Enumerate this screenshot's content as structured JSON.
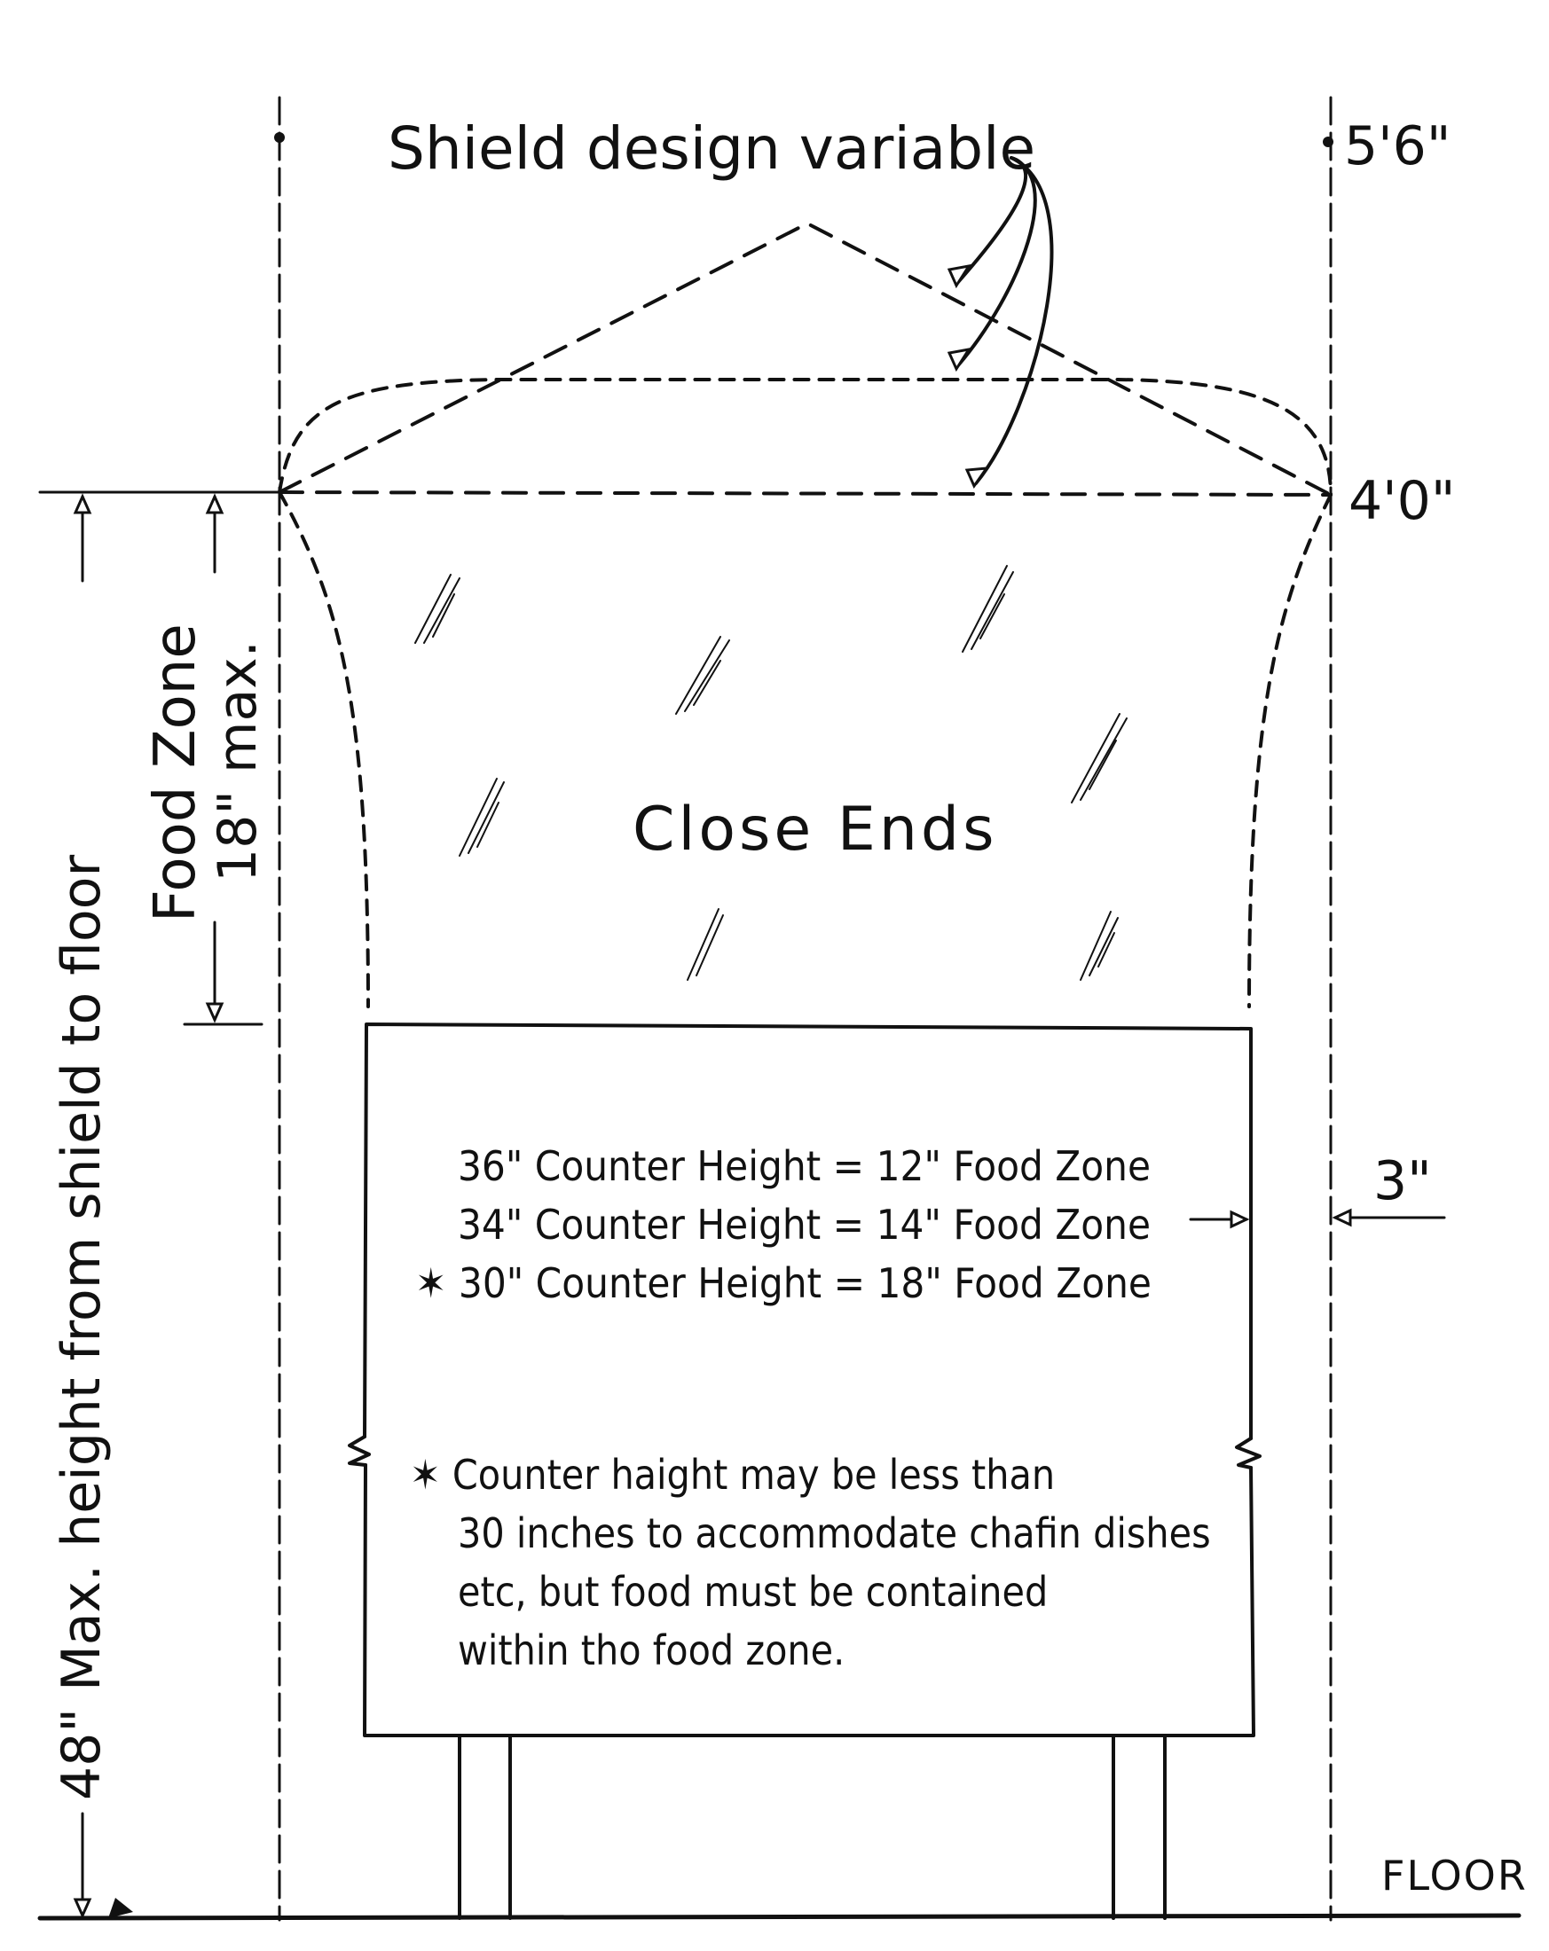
{
  "labels": {
    "shield_design": "Shield design variable",
    "top_height": "5'6\"",
    "shield_height": "4'0\"",
    "close_ends": "Close Ends",
    "gap": "3\"",
    "floor": "FLOOR",
    "max_height": "48\" Max. height from shield to floor",
    "food_zone": "Food Zone",
    "food_zone_max": "18\" max."
  },
  "counter_lines": [
    "36\" Counter Height = 12\" Food Zone",
    "34\" Counter Height = 14\" Food Zone",
    "✶ 30\" Counter Height = 18\" Food Zone"
  ],
  "note_lines": [
    "✶ Counter haight may be less than",
    "30 inches to accommodate chafin dishes",
    "etc, but food must be contained",
    "within tho food zone."
  ]
}
